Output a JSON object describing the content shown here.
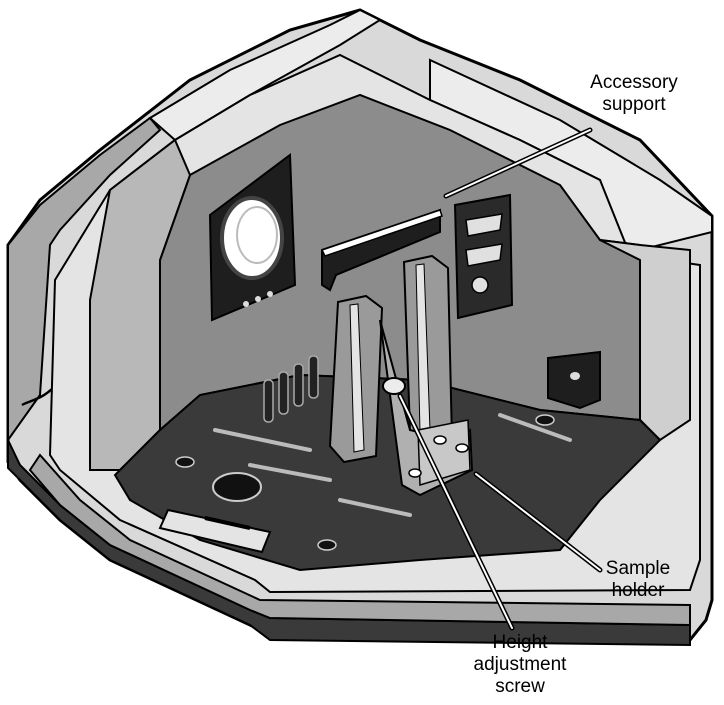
{
  "callouts": {
    "accessory_support": {
      "line1": "Accessory",
      "line2": "support"
    },
    "sample_holder": {
      "line1": "Sample",
      "line2": "holder"
    },
    "height_adjustment_screw": {
      "line1": "Height",
      "line2": "adjustment",
      "line3": "screw"
    }
  },
  "colors": {
    "outline": "#000000",
    "light_panel": "#d9d9d9",
    "mid_panel": "#a8a8a8",
    "wall": "#8c8c8c",
    "floor": "#3a3a3a",
    "white": "#ffffff"
  }
}
